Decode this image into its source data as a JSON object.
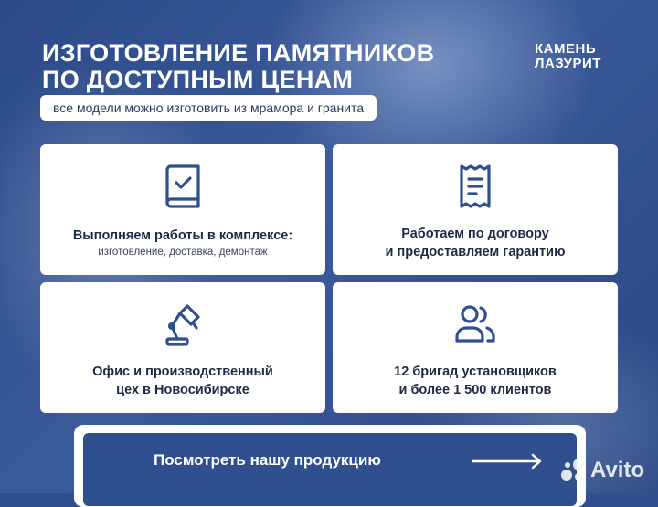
{
  "header": {
    "title_line1": "ИЗГОТОВЛЕНИЕ ПАМЯТНИКОВ",
    "title_line2": "ПО ДОСТУПНЫМ ЦЕНАМ",
    "subtitle": "все модели можно изготовить из мрамора и гранита"
  },
  "brand": {
    "line1": "КАМЕНЬ",
    "line2": "ЛАЗУРИТ"
  },
  "cards": [
    {
      "icon": "book-check-icon",
      "title": "Выполняем работы в комплексе:",
      "subtitle": "изготовление, доставка, демонтаж"
    },
    {
      "icon": "receipt-icon",
      "title_line1": "Работаем по договору",
      "title_line2": "и предоставляем гарантию"
    },
    {
      "icon": "desk-lamp-icon",
      "title_line1": "Офис и производственный",
      "title_line2": "цех в Новосибирске"
    },
    {
      "icon": "users-icon",
      "title_line1": "12 бригад установщиков",
      "title_line2": "и более 1 500 клиентов"
    }
  ],
  "cta": {
    "label": "Посмотреть нашу продукцию",
    "icon": "arrow-right-icon"
  },
  "watermark": {
    "text": "Avito",
    "icon": "avito-logo-icon"
  },
  "colors": {
    "background": "#2f4f8f",
    "card": "#ffffff",
    "icon": "#2f4f8f",
    "text_dark": "#1e2a44"
  }
}
